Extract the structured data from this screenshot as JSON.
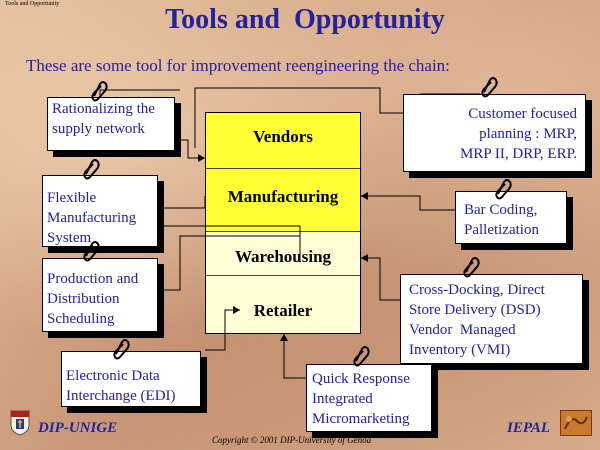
{
  "header": {
    "caption": "Tools and Opportunity",
    "title": "Tools and  Opportunity",
    "subtitle": "These are some tool for  improvement reengineering  the chain:"
  },
  "chain": {
    "stages": [
      "Vendors",
      "Manufacturing",
      "Warehousing",
      "Retailer"
    ],
    "top_fill": "#ffff33",
    "bottom_fill": "#ffffd6"
  },
  "tools": {
    "rationalizing": [
      "Rationalizing the",
      "supply network"
    ],
    "flexible": [
      "Flexible",
      "Manufacturing",
      "System"
    ],
    "production": [
      "Production and",
      "Distribution",
      "Scheduling"
    ],
    "edi": [
      "Electronic Data",
      "Interchange (EDI)"
    ],
    "customer": [
      "Customer focused",
      "planning : MRP,",
      "MRP II, DRP, ERP."
    ],
    "barcoding": [
      "Bar Coding,",
      "Palletization"
    ],
    "crossdocking": [
      "Cross-Docking, Direct",
      "Store Delivery (DSD)",
      "Vendor  Managed",
      "Inventory (VMI)"
    ],
    "quick": [
      "Quick Response",
      "Integrated",
      "Micromarketing"
    ]
  },
  "footer": {
    "left": "DIP-UNIGE",
    "right": "IEPAL",
    "copyright": "Copyright © 2001 DIP-University of Genoa"
  },
  "icons": {
    "clip": "paperclip-icon",
    "logo_left": "university-crest-icon",
    "logo_right": "iepal-logo-icon"
  },
  "colors": {
    "title_text": "#2323a0",
    "background": "#d9b08c"
  }
}
